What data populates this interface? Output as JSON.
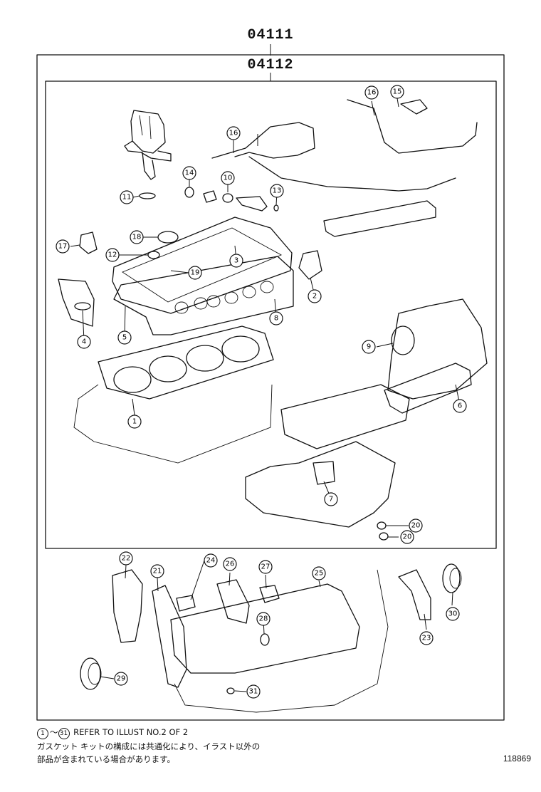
{
  "header": {
    "kit_part_number": "04111",
    "sub_kit_part_number": "04112"
  },
  "callouts": [
    "1",
    "2",
    "3",
    "4",
    "5",
    "6",
    "7",
    "8",
    "9",
    "10",
    "11",
    "12",
    "13",
    "14",
    "15",
    "16",
    "16",
    "17",
    "18",
    "19",
    "20",
    "20",
    "21",
    "22",
    "23",
    "24",
    "25",
    "26",
    "27",
    "28",
    "29",
    "30",
    "31"
  ],
  "notes": {
    "ref_from": "1",
    "ref_tilde": "～",
    "ref_to": "31",
    "ref_text": " REFER TO ILLUST NO.2 OF 2",
    "line2": "ガスケット キットの構成には共通化により、イラスト以外の",
    "line3": "部品が含まれている場合があります。"
  },
  "illustration_number": "118869"
}
